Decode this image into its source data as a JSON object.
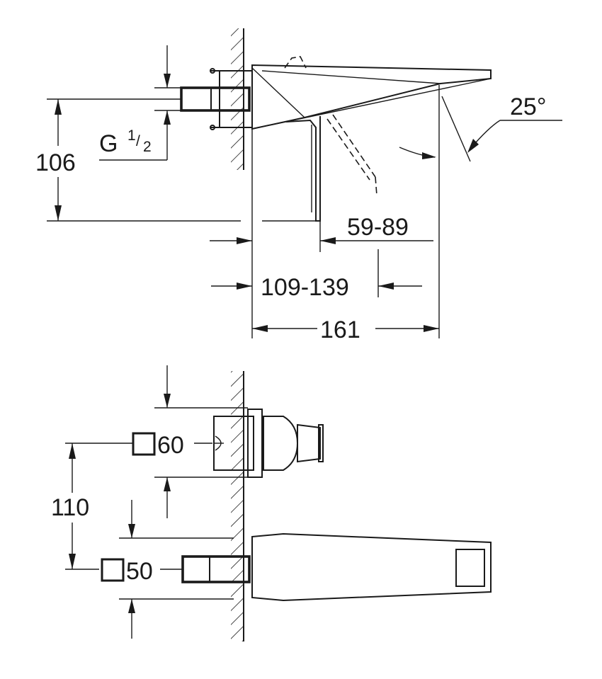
{
  "side_view": {
    "dim_height": "106",
    "thread_prefix": "G",
    "thread_num": "1",
    "thread_slash": "/",
    "thread_den": "2",
    "dim_projection_inner": "59-89",
    "dim_projection_mid": "109-139",
    "dim_projection_total": "161",
    "angle": "25°"
  },
  "top_view": {
    "dim_spacing": "110",
    "square_upper": "60",
    "square_lower": "50"
  }
}
